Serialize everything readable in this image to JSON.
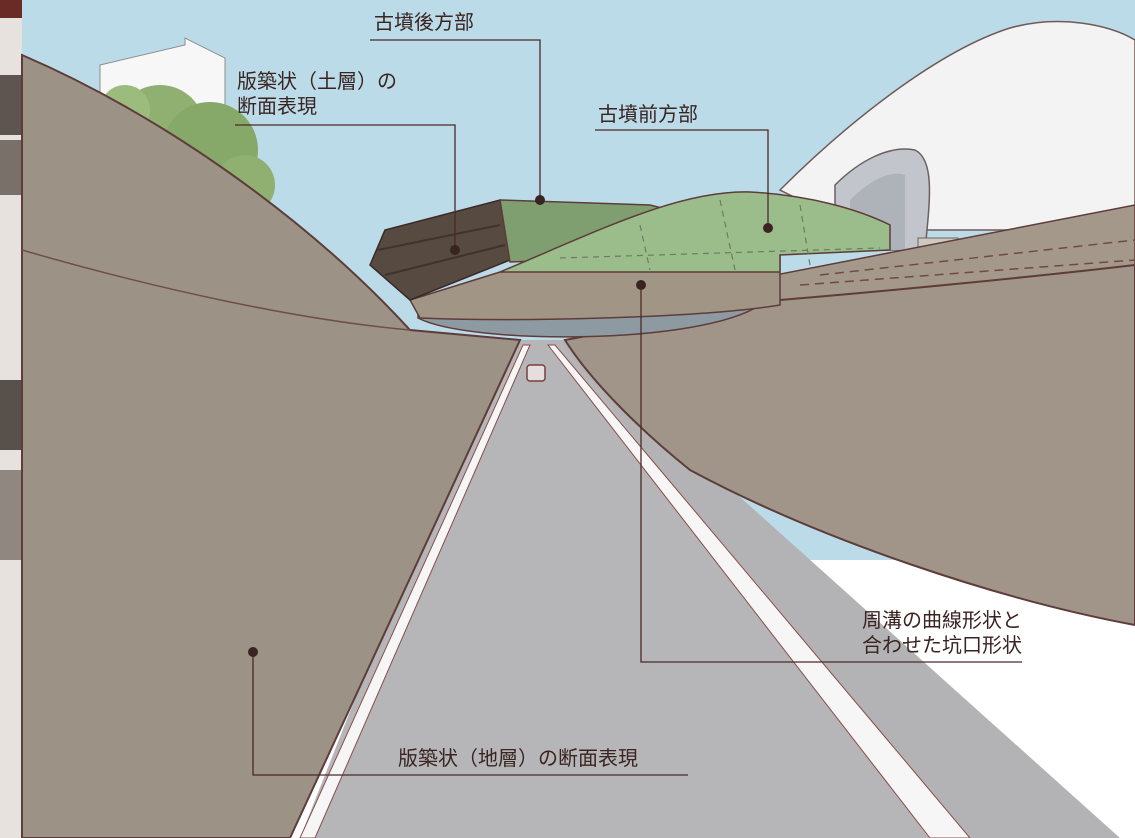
{
  "annotations": {
    "rear_mound": "古墳後方部",
    "soil_section": [
      "版築状（土層）の",
      "断面表現"
    ],
    "front_mound": "古墳前方部",
    "trench_portal": [
      "周溝の曲線形状と",
      "合わせた坑口形状"
    ],
    "strata_section": "版築状（地層）の断面表現"
  },
  "colors": {
    "sky": "#bcdbe8",
    "earth": "#a09588",
    "road": "#b3b3b5",
    "grass": "#9bbd8c",
    "dark_soil": "#574a40",
    "leader": "#4a2a27",
    "frame_accent": "#6a2a26"
  }
}
